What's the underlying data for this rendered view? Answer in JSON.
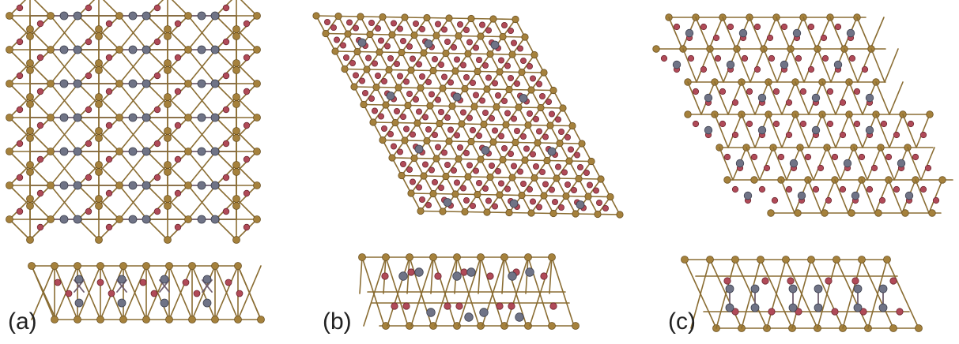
{
  "figure": {
    "panel_labels": [
      "(a)",
      "(b)",
      "(c)"
    ],
    "colors": {
      "background": "#ffffff",
      "framework_atom": "#a5813c",
      "framework_atom_edge": "#6e5322",
      "red_atom": "#b04a58",
      "red_atom_edge": "#6e2730",
      "gray_atom": "#6f7386",
      "gray_atom_edge": "#3e4150",
      "bond": "#8a6d33"
    },
    "panels": [
      {
        "id": "a",
        "view_top": "square-lattice",
        "view_side": "slab"
      },
      {
        "id": "b",
        "view_top": "hexagonal-lattice",
        "view_side": "slab"
      },
      {
        "id": "c",
        "view_top": "staggered-lattice",
        "view_side": "slab"
      }
    ]
  }
}
